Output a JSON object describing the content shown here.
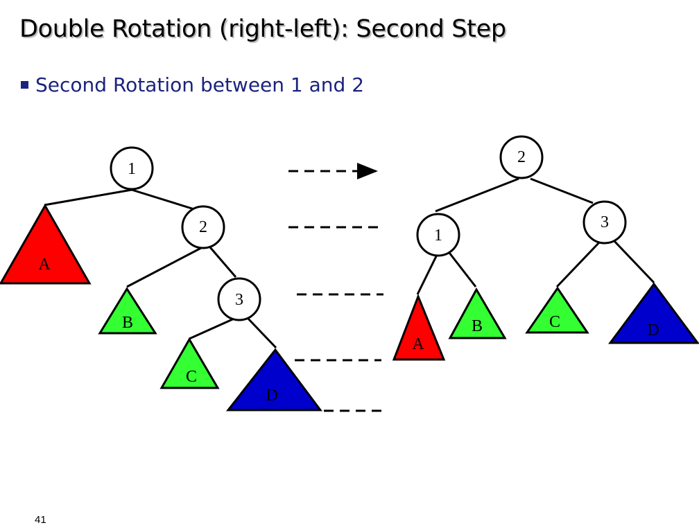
{
  "title": "Double Rotation (right-left): Second Step",
  "bullet": "Second Rotation between 1 and 2",
  "page_number": "41",
  "colors": {
    "bullet": "#1a237e",
    "subtree_a": "#ff0000",
    "subtree_b": "#33ff33",
    "subtree_c": "#33ff33",
    "subtree_d": "#0000cc"
  },
  "before_tree": {
    "nodes": [
      "1",
      "2",
      "3"
    ],
    "subtrees": [
      "A",
      "B",
      "C",
      "D"
    ]
  },
  "after_tree": {
    "nodes": [
      "2",
      "1",
      "3"
    ],
    "subtrees": [
      "A",
      "B",
      "C",
      "D"
    ]
  }
}
